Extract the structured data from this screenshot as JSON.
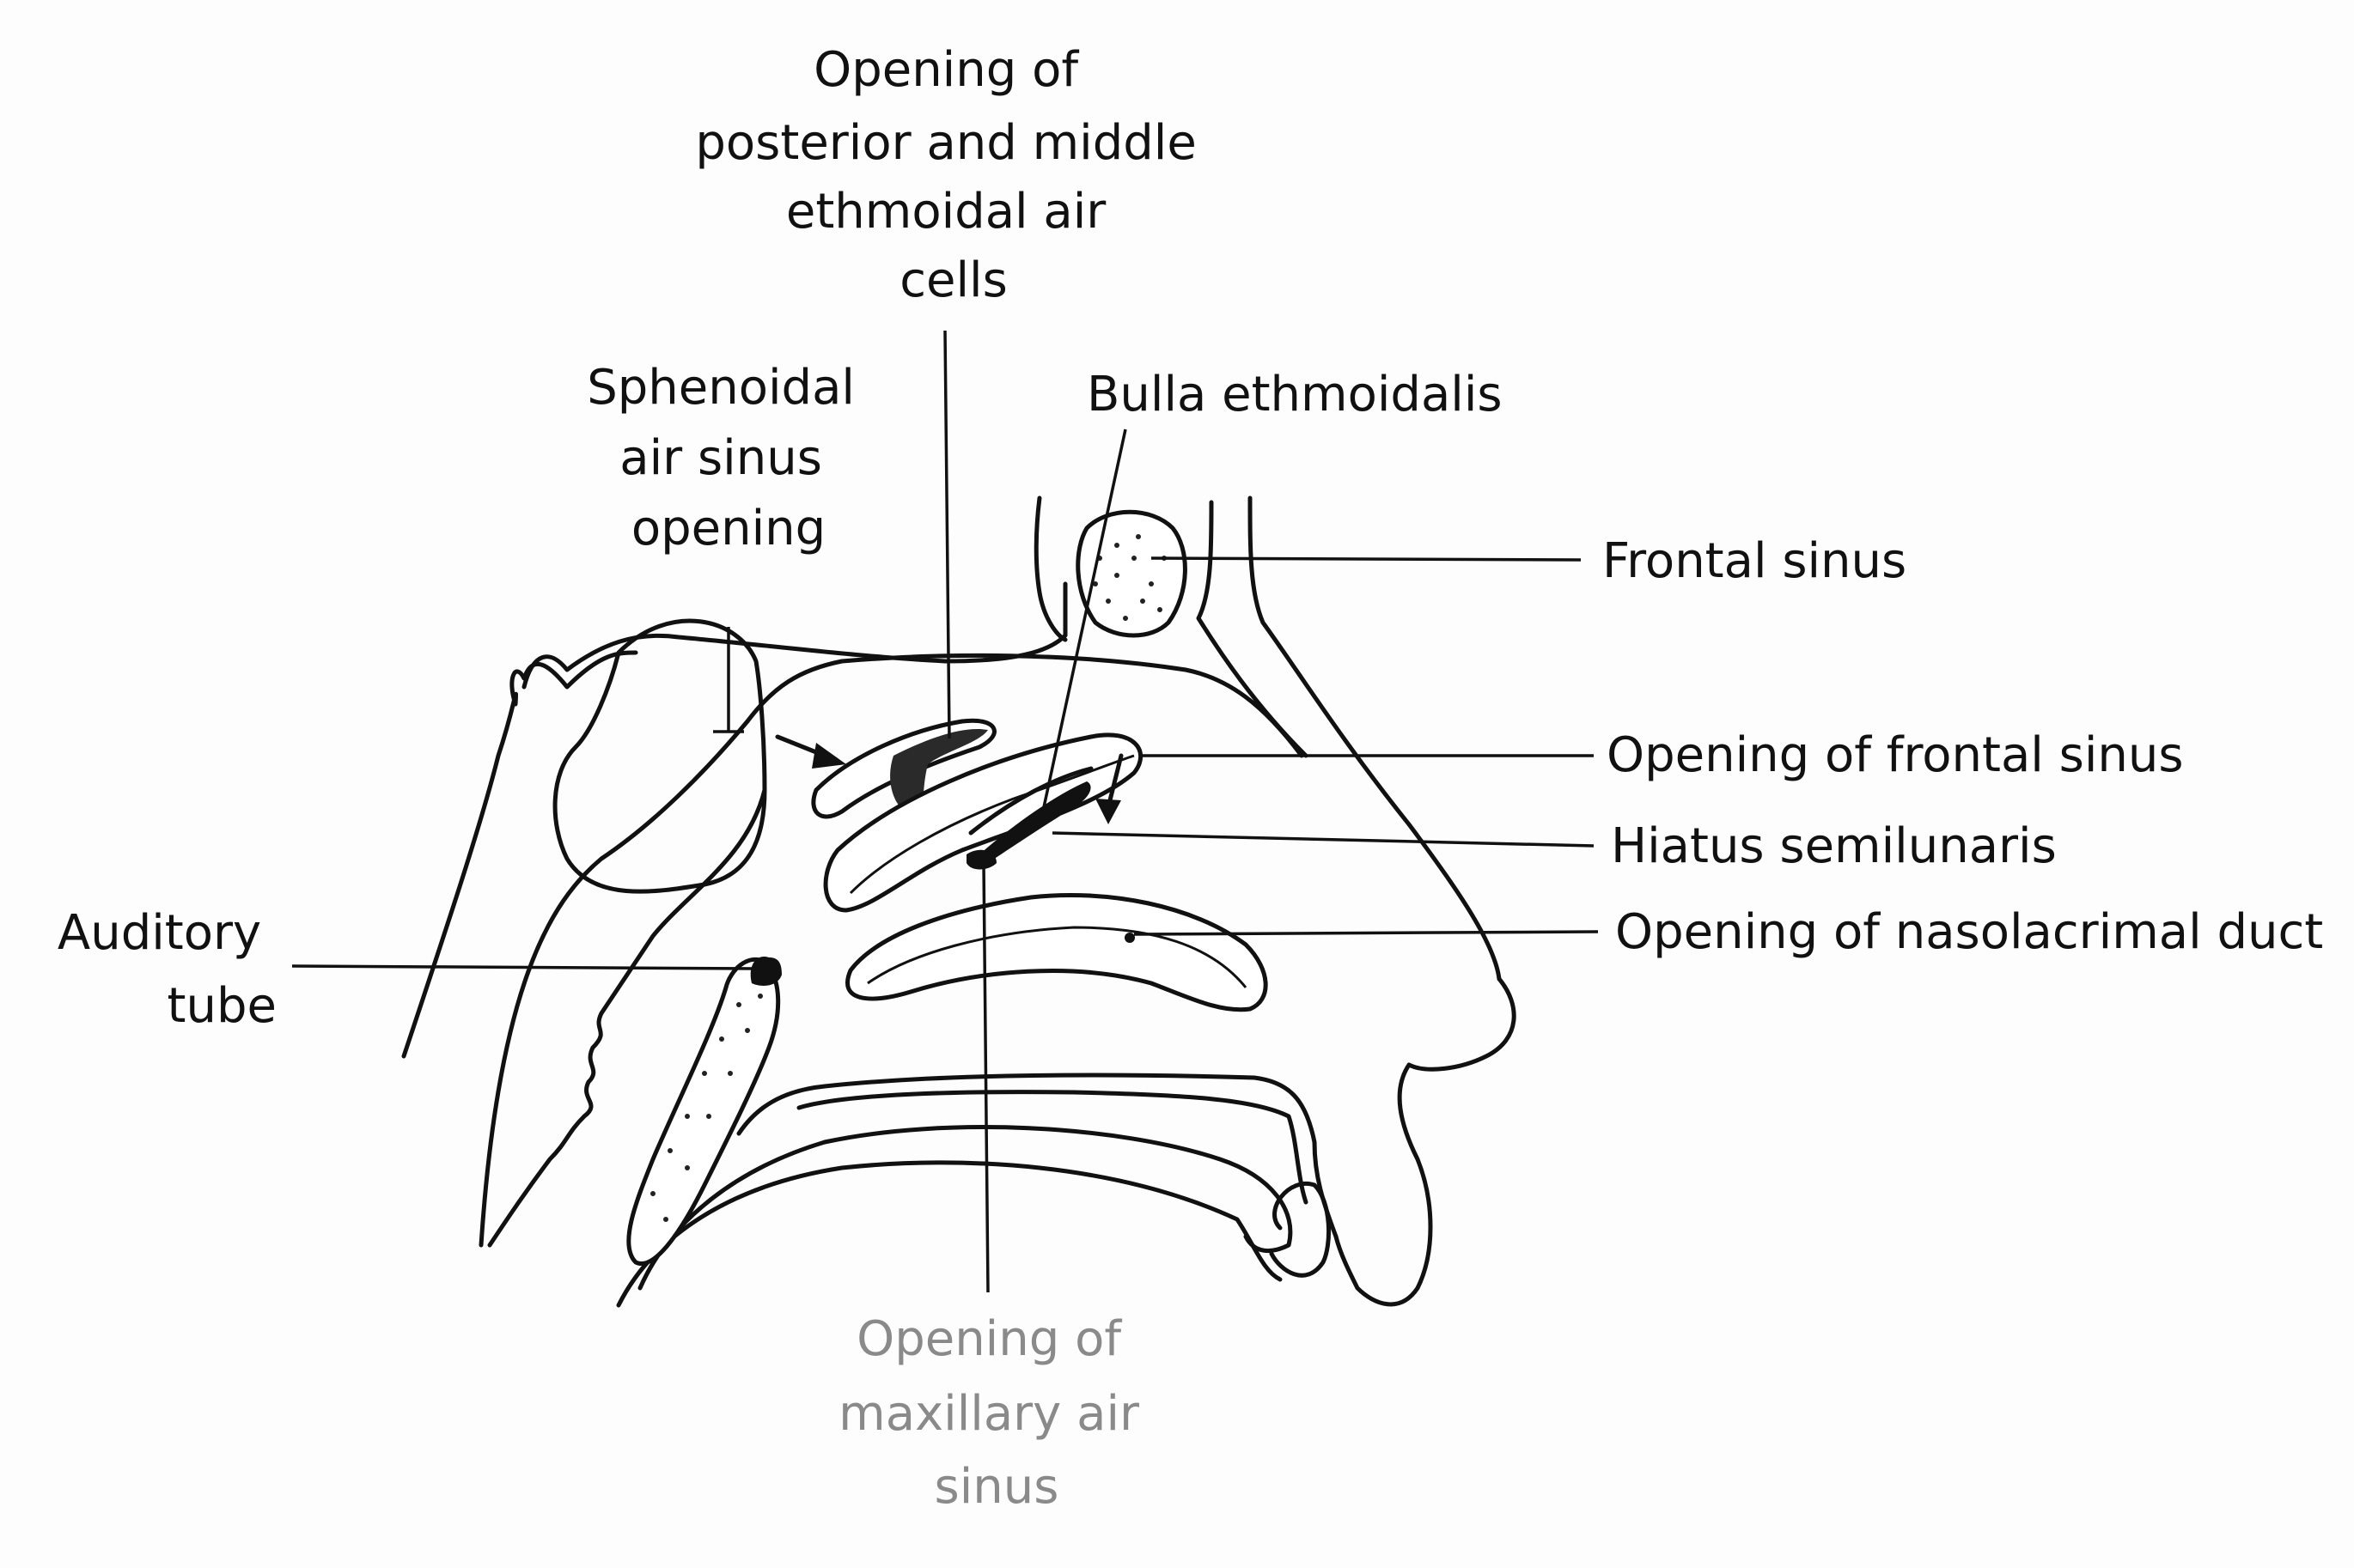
{
  "labels": {
    "posterior_middle_ethmoidal": [
      "Opening of",
      "posterior and middle",
      "ethmoidal air",
      "cells"
    ],
    "sphenoidal": [
      "Sphenoidal",
      "air sinus",
      "opening"
    ],
    "bulla": [
      "Bulla ethmoidalis"
    ],
    "frontal_sinus": [
      "Frontal sinus"
    ],
    "opening_frontal": [
      "Opening of frontal sinus"
    ],
    "hiatus": [
      "Hiatus semilunaris"
    ],
    "nasolacrimal": [
      "Opening of nasolacrimal duct"
    ],
    "auditory": [
      "Auditory",
      "tube"
    ],
    "maxillary": [
      "Opening of",
      "maxillary air",
      "sinus"
    ]
  },
  "colors": {
    "ink": "#111111",
    "faded_label": "#8a8a8a",
    "background": "#fdfdfd"
  }
}
